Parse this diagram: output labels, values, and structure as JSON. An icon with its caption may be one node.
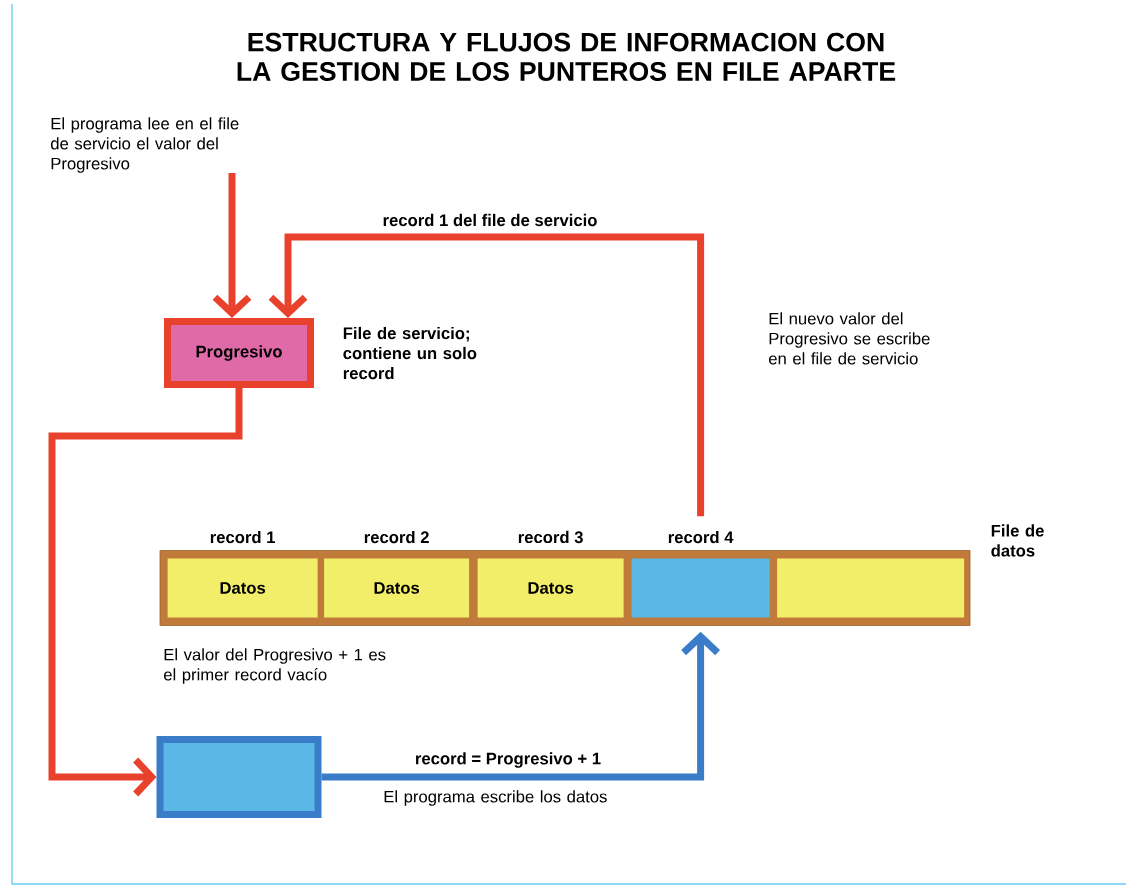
{
  "diagram": {
    "title": "ESTRUCTURA Y FLUJOS DE INFORMACION CON LA GESTION DE LOS PUNTEROS EN FILE APARTE",
    "nodes": [
      {
        "text": [
          "El programa lee en el file de servicio el valor del Progresivo"
        ]
      },
      {
        "text": [
          "Progresivo"
        ],
        "beside": [
          "File de servicio; contiene un solo record"
        ]
      },
      {
        "text": [
          "File de datos"
        ]
      },
      {
        "text": [
          "record 1",
          "Datos"
        ],
        "in": 2
      },
      {
        "text": [
          "record 2",
          "Datos"
        ],
        "in": 2
      },
      {
        "text": [
          "record 3",
          "Datos"
        ],
        "in": 2
      },
      {
        "text": [
          "record 4"
        ],
        "in": 2
      },
      {
        "text": [],
        "shape": "box",
        "in": 2
      },
      {
        "text": [],
        "shape": "box"
      }
    ],
    "edges": [
      {
        "from": 0,
        "to": 1,
        "arrow": "to"
      },
      {
        "from": 6,
        "to": 1,
        "arrow": "to",
        "label": "record 1 del file de servicio"
      },
      {
        "from": 1,
        "to": 8,
        "arrow": "to"
      },
      {
        "from": 8,
        "to": 6,
        "arrow": "to",
        "label": "record = Progresivo + 1",
        "color": "#3a7cc8"
      }
    ],
    "labels": [
      "El nuevo valor del Progresivo se escribe en el file de servicio",
      "El valor del Progresivo + 1 es el primer record vacío",
      "El programa escribe los datos"
    ]
  }
}
